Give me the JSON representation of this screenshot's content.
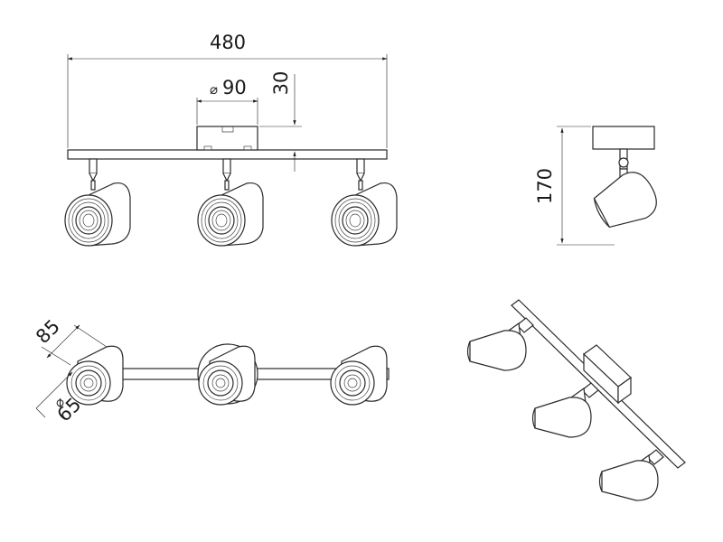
{
  "drawing": {
    "dimensions": {
      "overall_length": "480",
      "base_diameter": "90",
      "base_height": "30",
      "height": "170",
      "head_length": "85",
      "head_diameter": "65",
      "diameter_symbol": "⌀"
    }
  }
}
